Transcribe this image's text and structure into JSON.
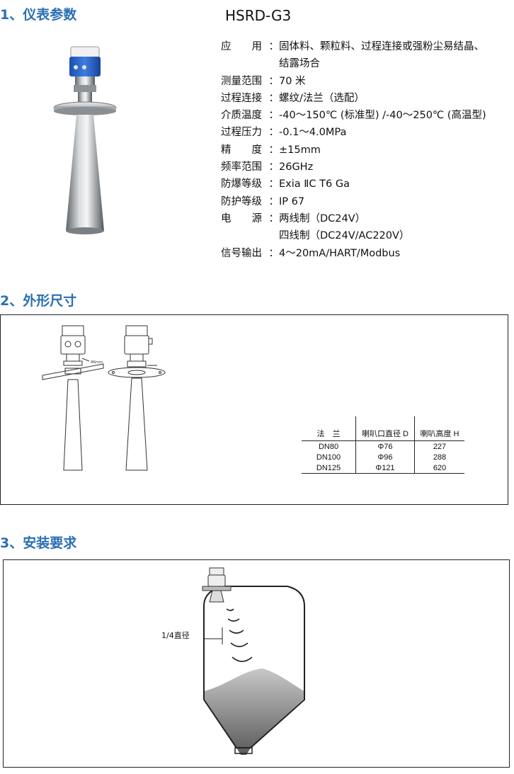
{
  "sections": {
    "s1": "1、仪表参数",
    "s2": "2、外形尺寸",
    "s3": "3、安装要求"
  },
  "model": "HSRD-G3",
  "specs": [
    {
      "label": "应　　用",
      "value": "固体料、颗粒料、过程连接或强粉尘易结晶、"
    },
    {
      "label": "",
      "value": "结露场合"
    },
    {
      "label": "测量范围",
      "value": "70 米"
    },
    {
      "label": "过程连接",
      "value": "螺纹/法兰（选配）"
    },
    {
      "label": "介质温度",
      "value": "-40～150℃ (标准型) /-40～250℃ (高温型)"
    },
    {
      "label": "过程压力",
      "value": "-0.1～4.0MPa"
    },
    {
      "label": "精　　度",
      "value": "±15mm"
    },
    {
      "label": "频率范围",
      "value": "26GHz"
    },
    {
      "label": "防爆等级",
      "value": "Exia ⅡC T6 Ga"
    },
    {
      "label": "防护等级",
      "value": "IP 67"
    },
    {
      "label": "电　　源",
      "value": "两线制（DC24V）"
    },
    {
      "label": "",
      "value": "四线制（DC24V/AC220V）"
    },
    {
      "label": "信号输出",
      "value": "4～20mA/HART/Modbus"
    }
  ],
  "dim_table": {
    "headers": [
      "法　兰",
      "喇叭口直径 D",
      "喇叭高度 H"
    ],
    "rows": [
      [
        "DN80",
        "Φ76",
        "227"
      ],
      [
        "DN100",
        "Φ96",
        "288"
      ],
      [
        "DN125",
        "Φ121",
        "620"
      ]
    ]
  },
  "drawing_label": "Φ6mm",
  "install_label": "1/4直径"
}
